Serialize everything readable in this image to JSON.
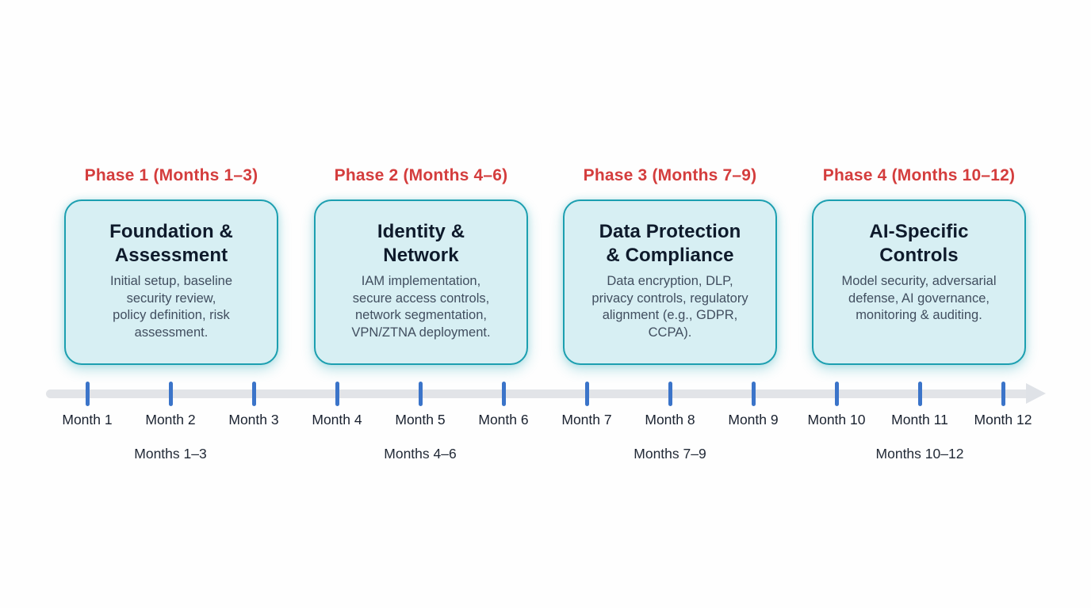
{
  "colors": {
    "phase_header_red": "#d43d3d",
    "card_fill": "#d7eff3",
    "card_border_teal": "#1c9fb0",
    "card_title_text": "#0e1a2b",
    "card_body_text": "#414e5f",
    "timeline_bar_gray": "#e2e4e8",
    "tick_blue": "#3b74c9",
    "background": "#fefefe"
  },
  "phases": [
    {
      "header": "Phase 1 (Months 1–3)",
      "title": "Foundation &\nAssessment",
      "description": "Initial setup, baseline\nsecurity review,\npolicy definition, risk\nassessment.",
      "range_label": "Months 1–3"
    },
    {
      "header": "Phase 2 (Months 4–6)",
      "title": "Identity &\nNetwork",
      "description": "IAM implementation,\nsecure access controls,\nnetwork segmentation,\nVPN/ZTNA deployment.",
      "range_label": "Months 4–6"
    },
    {
      "header": "Phase 3 (Months 7–9)",
      "title": "Data Protection\n& Compliance",
      "description": "Data encryption, DLP,\nprivacy controls, regulatory\nalignment (e.g., GDPR,\nCCPA).",
      "range_label": "Months 7–9"
    },
    {
      "header": "Phase 4 (Months 10–12)",
      "title": "AI-Specific\nControls",
      "description": "Model security, adversarial\ndefense, AI governance,\nmonitoring & auditing.",
      "range_label": "Months 10–12"
    }
  ],
  "timeline": {
    "months": [
      "Month 1",
      "Month 2",
      "Month 3",
      "Month 4",
      "Month 5",
      "Month 6",
      "Month 7",
      "Month 8",
      "Month 9",
      "Month 10",
      "Month 11",
      "Month 12"
    ]
  }
}
